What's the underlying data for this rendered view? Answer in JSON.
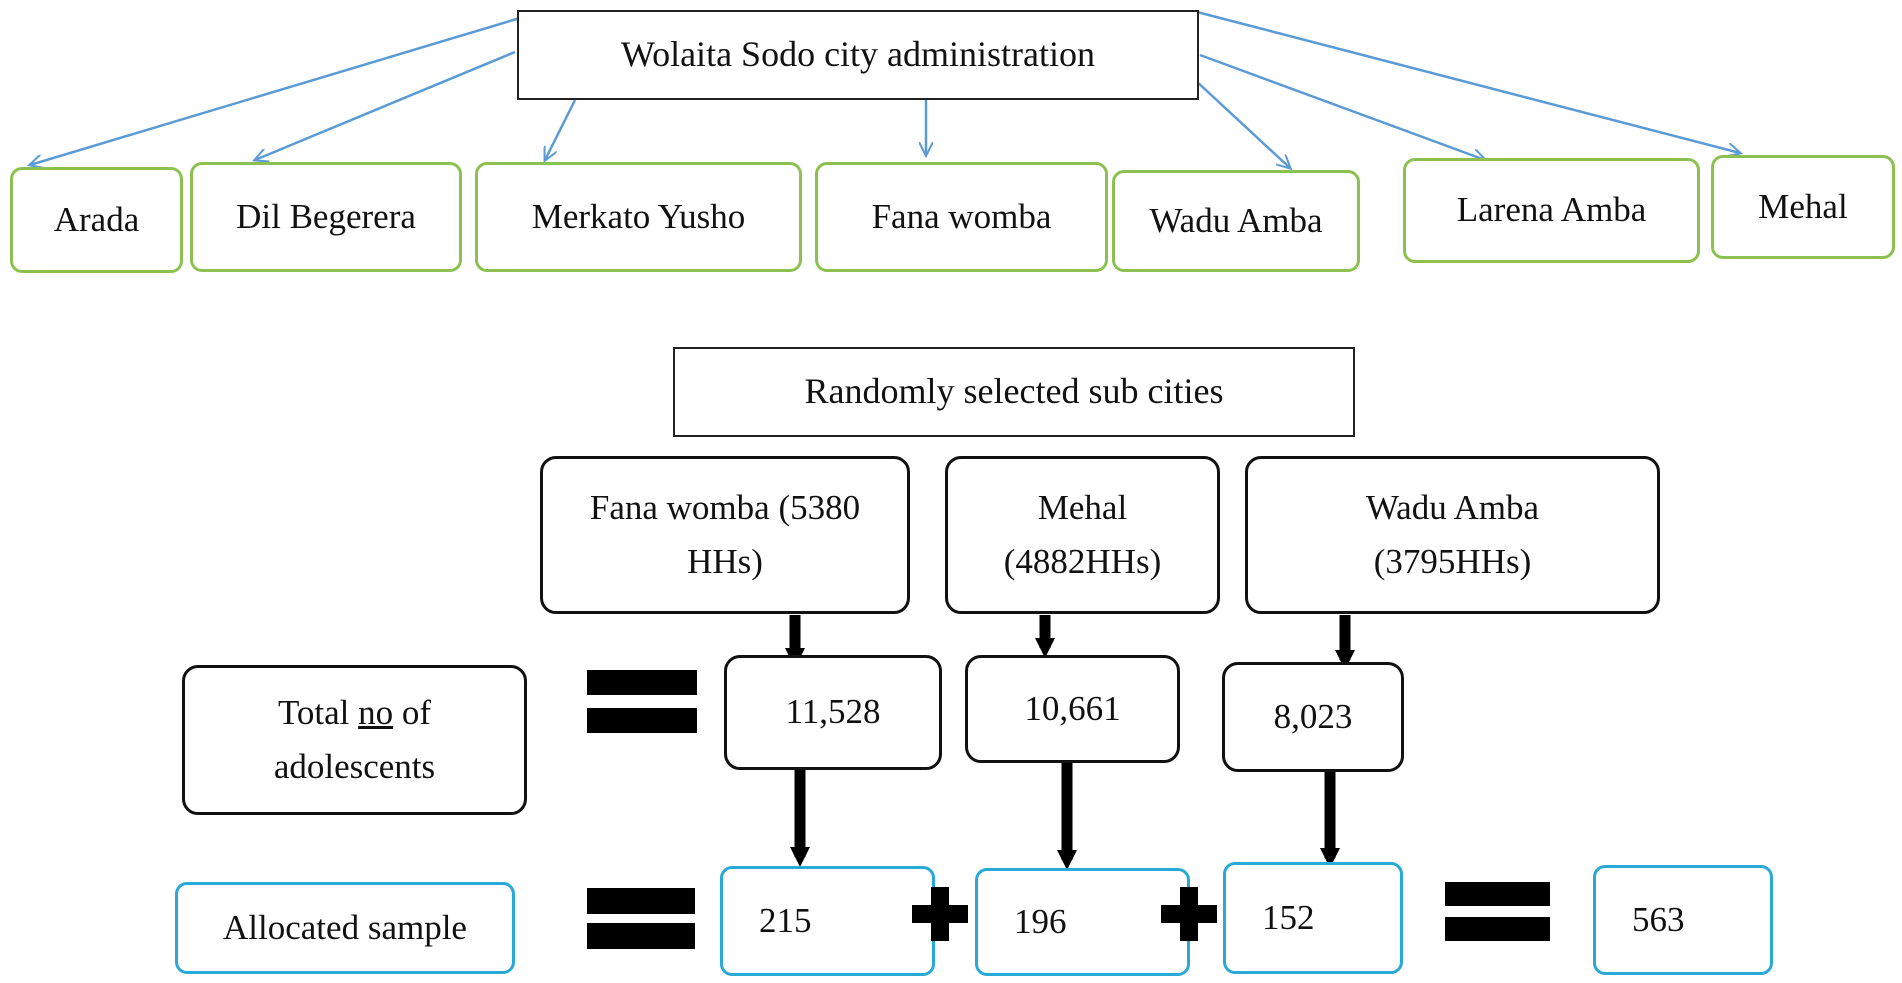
{
  "root": {
    "label": "Wolaita Sodo city administration"
  },
  "sub_cities": [
    {
      "label": "Arada"
    },
    {
      "label": "Dil Begerera"
    },
    {
      "label": "Merkato Yusho"
    },
    {
      "label": "Fana womba"
    },
    {
      "label": "Wadu Amba"
    },
    {
      "label": "Larena Amba"
    },
    {
      "label": "Mehal"
    }
  ],
  "selection": {
    "title": "Randomly selected sub cities"
  },
  "selected": [
    {
      "line1": "Fana womba (5380",
      "line2": "HHs)"
    },
    {
      "line1": "Mehal",
      "line2": "(4882HHs)"
    },
    {
      "line1": "Wadu Amba",
      "line2": "(3795HHs)"
    }
  ],
  "adolescents": {
    "label_line1_pre": "Total ",
    "label_no": "no",
    "label_line1_post": " of",
    "label_line2": "adolescents",
    "values": [
      "11,528",
      "10,661",
      "8,023"
    ]
  },
  "sample": {
    "label": "Allocated sample",
    "values": [
      "215",
      "196",
      "152"
    ],
    "total": "563"
  },
  "colors": {
    "sub_border": "#8cc152",
    "sample_border": "#29a9d6",
    "arrow_blue": "#5b9bd5",
    "arrow_black": "#000000"
  }
}
